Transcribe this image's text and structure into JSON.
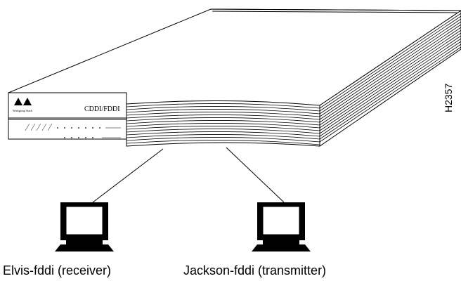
{
  "device": {
    "model_label": "CDDI/FDDI",
    "brand_text": "Workgroup Stack"
  },
  "hosts": [
    {
      "label": "Elvis-fddi (receiver)",
      "icon": "workstation-icon"
    },
    {
      "label": "Jackson-fddi (transmitter)",
      "icon": "workstation-icon"
    }
  ],
  "figure_id": "H2357"
}
